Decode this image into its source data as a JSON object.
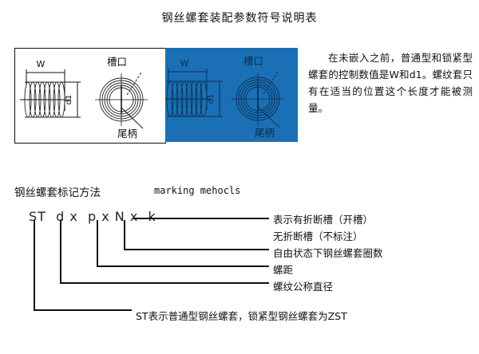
{
  "page": {
    "title": "钢丝螺套装配参数符号说明表",
    "background_color": "#ffffff"
  },
  "colors": {
    "accent_blue": "#1a6fb5",
    "line_black": "#111111",
    "panel_white": "#ffffff"
  },
  "diagrams": {
    "white_panel": {
      "name": "钢丝螺套装配参数图（白底）",
      "background": "#ffffff",
      "labels": {
        "width_symbol": "W",
        "diameter_symbol": "d1",
        "slot_opening": "槽口",
        "tang": "尾柄"
      }
    },
    "blue_panel": {
      "name": "钢丝螺套装配参数图（蓝底）",
      "background": "#1a6fb5",
      "labels": {
        "width_symbol": "W",
        "diameter_symbol": "d1",
        "slot_opening": "槽口",
        "tang": "尾柄"
      }
    }
  },
  "intro": {
    "paragraph": "在未嵌入之前，普通型和锁紧型螺套的控制数值是W和d1。螺纹套只有在适当的位置这个长度才能被测量。"
  },
  "marking": {
    "heading_cn": "钢丝螺套标记方法",
    "heading_en": "marking mehocls",
    "code": "ST  d x  p x N x  k",
    "code_parts": [
      {
        "symbol": "ST",
        "description": "ST表示普通型钢丝螺套，锁紧型钢丝螺套为ZST"
      },
      {
        "symbol": "d",
        "description": "螺纹公称直径"
      },
      {
        "symbol": "p",
        "description": "螺距"
      },
      {
        "symbol": "N",
        "description": "自由状态下钢丝螺套圈数"
      },
      {
        "symbol": "k",
        "description": "表示有折断槽（开槽）"
      }
    ],
    "labels": {
      "slot": "表示有折断槽（开槽）",
      "no_slot": "无折断槽（不标注）",
      "turns": "自由状态下钢丝螺套圈数",
      "pitch": "螺距",
      "diameter": "螺纹公称直径",
      "st_note": "ST表示普通型钢丝螺套，锁紧型钢丝螺套为ZST"
    }
  }
}
